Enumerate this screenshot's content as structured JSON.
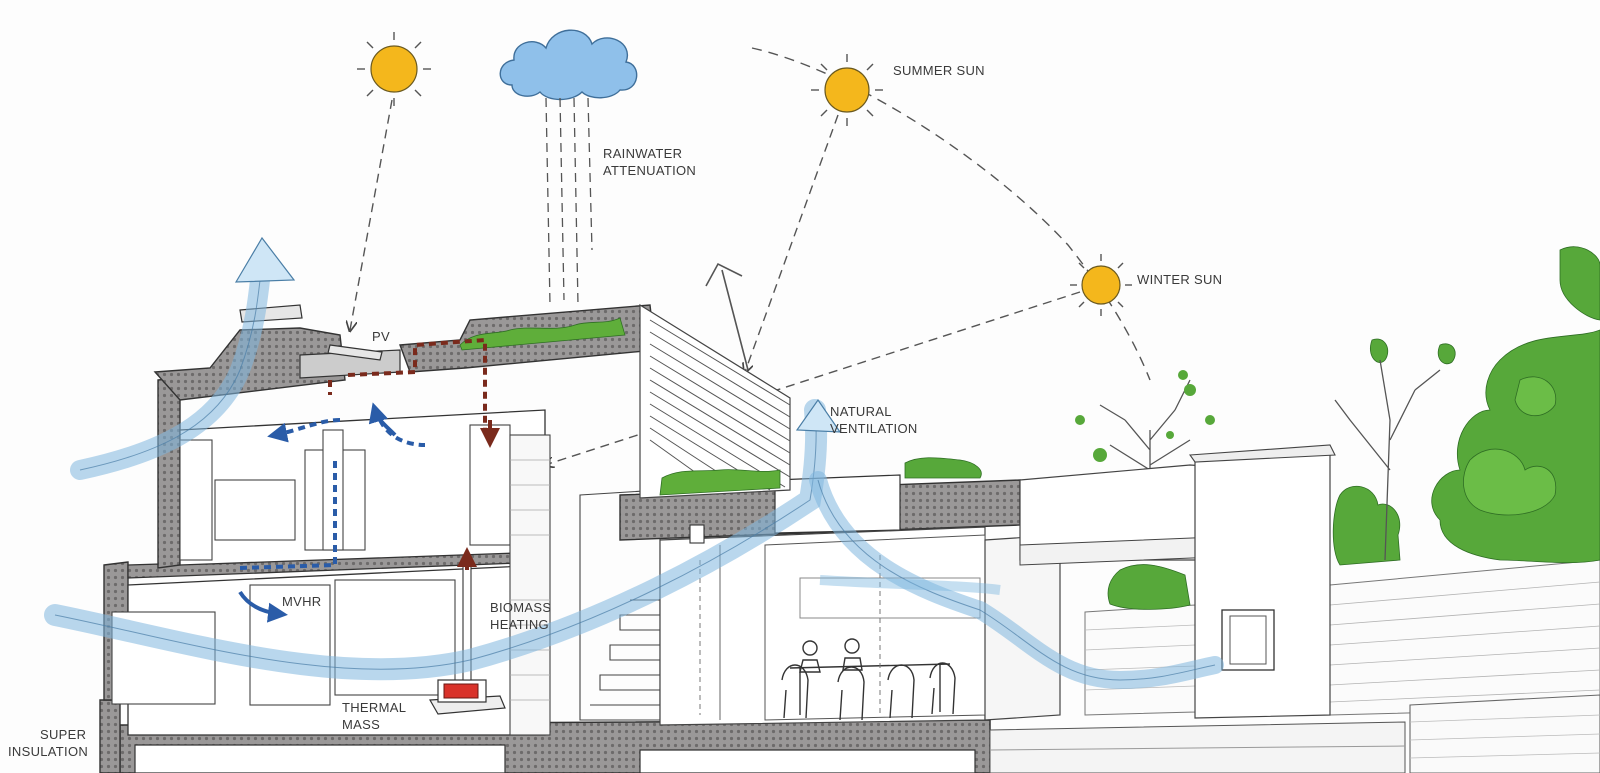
{
  "labels": {
    "summer_sun": "SUMMER SUN",
    "winter_sun": "WINTER SUN",
    "rainwater_line1": "RAINWATER",
    "rainwater_line2": "ATTENUATION",
    "pv": "PV",
    "natural_ventilation_line1": "NATURAL",
    "natural_ventilation_line2": "VENTILATION",
    "mvhr": "MVHR",
    "biomass_line1": "BIOMASS",
    "biomass_line2": "HEATING",
    "thermal_mass_line1": "THERMAL",
    "thermal_mass_line2": "MASS",
    "super_insulation_line1": "SUPER",
    "super_insulation_line2": "INSULATION"
  },
  "colors": {
    "sun": "#f4b71c",
    "cloud": "#8fc0ea",
    "airflow": "#a9d3ef",
    "mvhr_arrows": "#2a5ca8",
    "heating_ducts": "#7a2a1c",
    "green_roof": "#5fae3a",
    "insulation": "#8c8a8a"
  }
}
